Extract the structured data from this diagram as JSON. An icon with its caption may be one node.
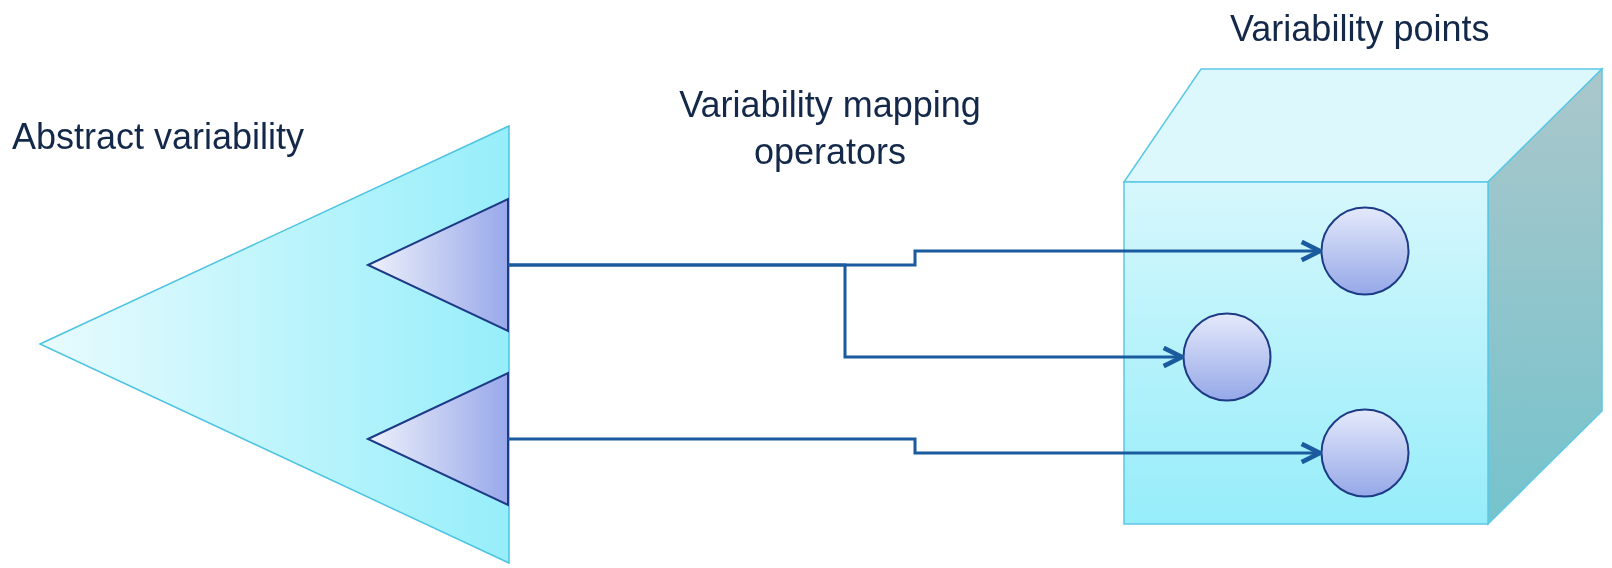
{
  "diagram": {
    "nodes": [
      {
        "text": [
          "Abstract variability"
        ]
      },
      {
        "text": [],
        "shape": "triangle",
        "in": 0
      },
      {
        "text": [],
        "shape": "triangle",
        "in": 0
      },
      {
        "text": [
          "Variability points"
        ]
      },
      {
        "text": [],
        "shape": "circle",
        "in": 3
      },
      {
        "text": [],
        "shape": "circle",
        "in": 3
      },
      {
        "text": [],
        "shape": "circle",
        "in": 3
      }
    ],
    "edges": [
      {
        "from": 1,
        "to": 4,
        "arrow": "to"
      },
      {
        "from": 1,
        "to": 5,
        "arrow": "to"
      },
      {
        "from": 2,
        "to": 6,
        "arrow": "to"
      }
    ],
    "labels": [
      "Variability mapping operators"
    ]
  }
}
